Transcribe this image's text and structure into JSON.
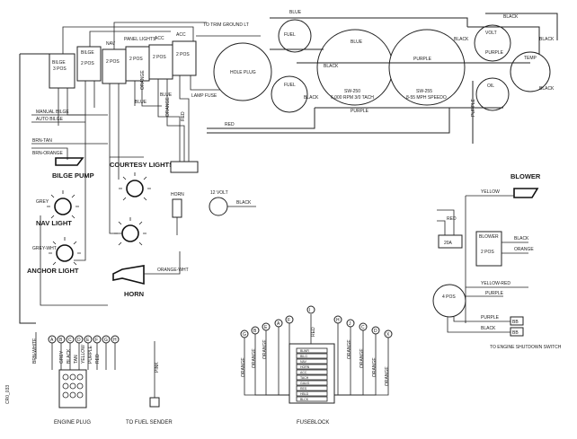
{
  "diagram": {
    "switch_labels": {
      "bilge": "BILGE",
      "pos3_a": "3 POS",
      "pos2_a": "2 POS",
      "nav": "NAV",
      "pos2_b": "2 POS",
      "panel_lights": "PANEL LIGHTS",
      "pos2_c": "2 POS",
      "acc": "ACC",
      "pos2_d": "2 POS",
      "pos2_e": "2 POS"
    },
    "trim_ground": "TO TRIM GROUND LT",
    "hole_plug": "HOLE PLUG",
    "fuel": "FUEL",
    "tach_model": "6,000 RPM 3/0 TACH",
    "tach_part": "SW-250",
    "speedo_model": "8-55 MPH SPEEDO",
    "speedo_part": "SW-255",
    "volt": "VOLT",
    "temp": "TEMP",
    "oil": "OIL",
    "wire_colors": {
      "blue": "BLUE",
      "black": "BLACK",
      "purple": "PURPLE",
      "red": "RED",
      "grey": "GREY",
      "yellow": "YELLOW",
      "orange": "ORANGE",
      "orange_wht": "ORANGE-WHT",
      "grey_wht": "GREY-WHT",
      "brn_tan": "BRN-TAN",
      "brn_orange": "BRN-ORANGE",
      "yellow_red": "YELLOW-RED",
      "brn_white": "BRN-WHITE",
      "pink": "PINK",
      "tan": "TAN",
      "lamp_fuse": "LAMP FUSE"
    },
    "manual_bilge": "MANUAL BILGE",
    "auto_bilge": "AUTO BILGE",
    "bilge_pump": "BILGE PUMP",
    "courtesy_lights": "COURTESY LIGHTS",
    "nav_light": "NAV LIGHT",
    "anchor_light": "ANCHOR LIGHT",
    "horn": "HORN",
    "horn_sw": "HORN",
    "twelve_volt": "12 VOLT",
    "blower": "BLOWER",
    "blower_sw": "BLOWER",
    "pos2_f": "2 POS",
    "pos4": "4 POS",
    "breaker": "20A",
    "to_engine_shutdown": "TO ENGINE SHUTDOWN SWITCH",
    "engine_plug": "ENGINE PLUG",
    "to_fuel_sender": "TO FUEL SENDER",
    "fuseblock": "FUSEBLOCK",
    "drawing_no": "CR0_033",
    "bb": "BB",
    "fuse_row_labels": [
      "BLWR",
      "BILG",
      "NAV",
      "HORN",
      "ACC",
      "TACH",
      "GAUG",
      "RES",
      "HBLD",
      "BLCK"
    ],
    "engine_pins": [
      "A",
      "B",
      "C",
      "D",
      "E",
      "F",
      "G",
      "H"
    ],
    "fuse_pins": [
      "G",
      "B",
      "E",
      "A",
      "F",
      "I",
      "H",
      "J",
      "C",
      "D",
      "X"
    ]
  }
}
